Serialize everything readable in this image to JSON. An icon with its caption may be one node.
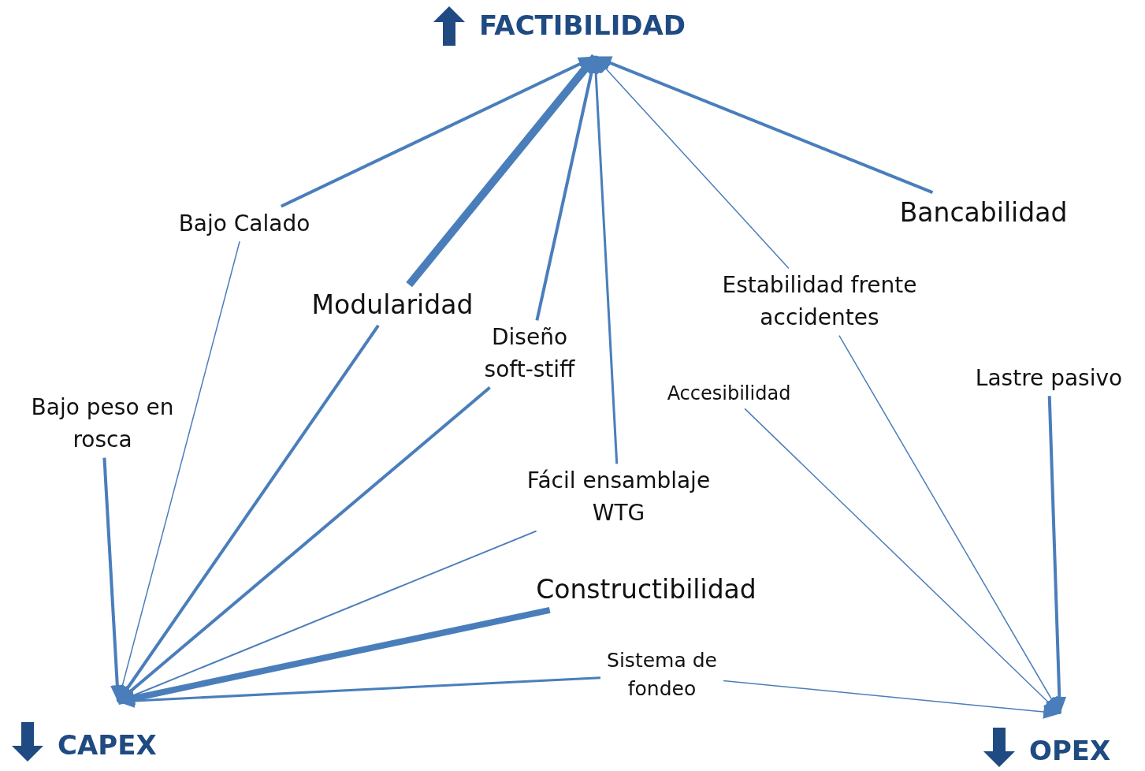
{
  "diagram": {
    "nodes": [
      {
        "text": [
          "FACTIBILIDAD"
        ]
      },
      {
        "text": [
          "CAPEX"
        ]
      },
      {
        "text": [
          "OPEX"
        ]
      },
      {
        "text": [
          "Bajo Calado"
        ]
      },
      {
        "text": [
          "Modularidad"
        ]
      },
      {
        "text": [
          "Diseño soft-stiff"
        ]
      },
      {
        "text": [
          "Fácil ensamblaje WTG"
        ]
      },
      {
        "text": [
          "Bancabilidad"
        ]
      },
      {
        "text": [
          "Estabilidad frente accidentes"
        ]
      },
      {
        "text": [
          "Bajo peso en rosca"
        ]
      },
      {
        "text": [
          "Accesibilidad"
        ]
      },
      {
        "text": [
          "Lastre pasivo"
        ]
      },
      {
        "text": [
          "Constructibilidad"
        ]
      },
      {
        "text": [
          "Sistema de fondeo"
        ]
      }
    ],
    "edges": [
      {
        "from": 3,
        "to": 0,
        "arrow": "to"
      },
      {
        "from": 4,
        "to": 0,
        "arrow": "to",
        "style": "thick"
      },
      {
        "from": 5,
        "to": 0,
        "arrow": "to"
      },
      {
        "from": 6,
        "to": 0,
        "arrow": "to"
      },
      {
        "from": 8,
        "to": 0,
        "arrow": "to"
      },
      {
        "from": 7,
        "to": 0,
        "arrow": "to"
      },
      {
        "from": 3,
        "to": 1,
        "arrow": "to"
      },
      {
        "from": 4,
        "to": 1,
        "arrow": "to"
      },
      {
        "from": 5,
        "to": 1,
        "arrow": "to"
      },
      {
        "from": 6,
        "to": 1,
        "arrow": "to"
      },
      {
        "from": 9,
        "to": 1,
        "arrow": "to"
      },
      {
        "from": 12,
        "to": 1,
        "arrow": "to",
        "style": "thick"
      },
      {
        "from": 13,
        "to": 1,
        "arrow": "to"
      },
      {
        "from": 8,
        "to": 2,
        "arrow": "to"
      },
      {
        "from": 10,
        "to": 2,
        "arrow": "to"
      },
      {
        "from": 11,
        "to": 2,
        "arrow": "to"
      },
      {
        "from": 13,
        "to": 2,
        "arrow": "to"
      }
    ]
  }
}
